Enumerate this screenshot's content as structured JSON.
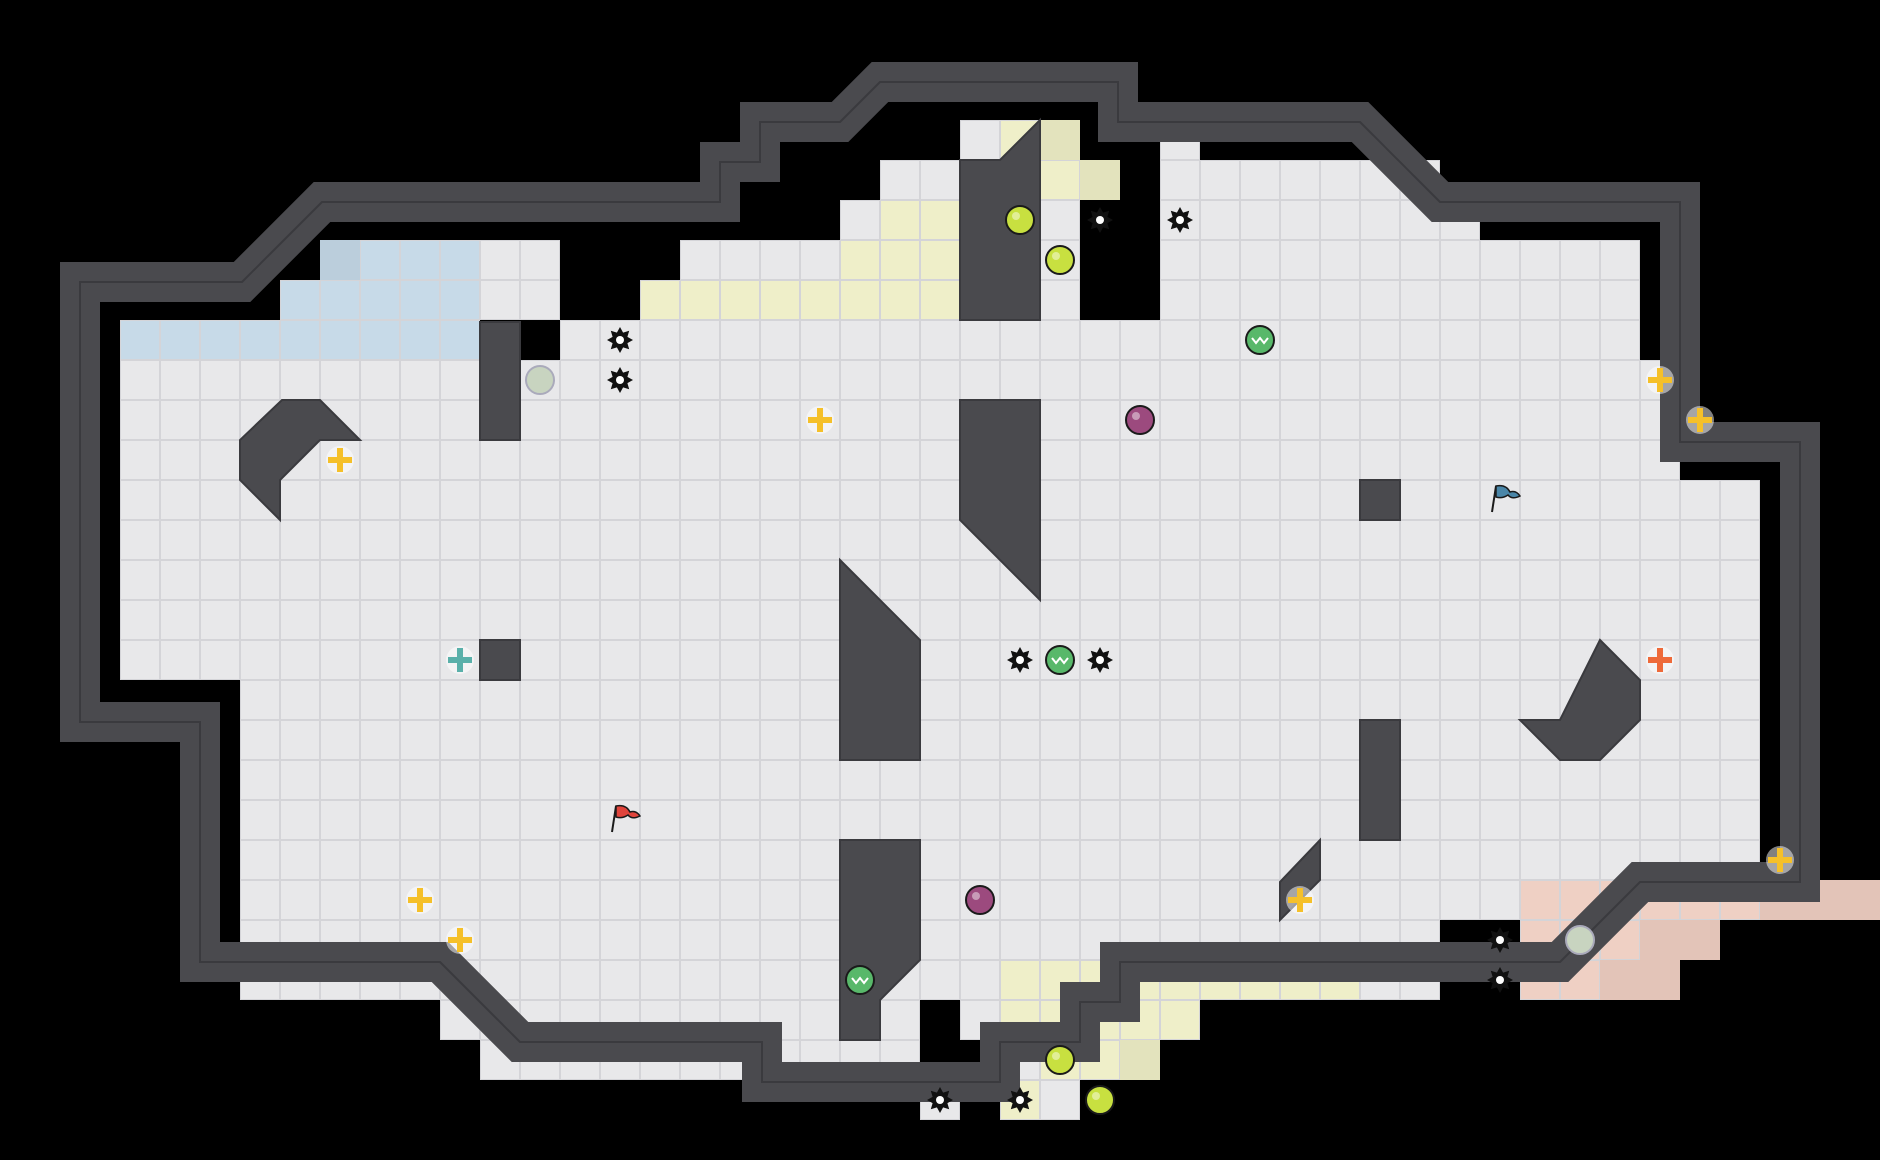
{
  "map": {
    "grid_cols": 47,
    "grid_rows": 29,
    "colors": {
      "background": "#000000",
      "floor": "#e8e8ea",
      "grid_line": "#d4d4d8",
      "wall": "#4a4a4e",
      "wall_outline": "#3a3a3e",
      "blue_zone": "#c5d9e8",
      "red_zone": "#efcfc2",
      "neutral_zone": "#efefc7",
      "bomb": "#9c4a7e",
      "boost": "#c8e040",
      "powerup_jukejuice": "#58b86a",
      "portal": "#c8d4c0",
      "spike": "#111111",
      "red_flag": "#e0443c",
      "blue_flag": "#4a86a8",
      "yellow_flag": "#f5c02a",
      "red_spawn": "#ee6a3a",
      "blue_spawn": "#5ab0aa"
    }
  },
  "entities": {
    "flags": [
      {
        "team": "red",
        "icon": "red-flag-icon",
        "cell": [
          12,
          18
        ]
      },
      {
        "team": "blue",
        "icon": "blue-flag-icon",
        "cell": [
          34,
          10
        ]
      }
    ],
    "team_spawns": [
      {
        "team": "blue",
        "icon": "blue-spawn-icon",
        "cell": [
          8,
          14
        ]
      },
      {
        "team": "red",
        "icon": "red-spawn-icon",
        "cell": [
          38,
          14
        ]
      }
    ],
    "yellow_markers": [
      [
        5,
        9
      ],
      [
        17,
        8
      ],
      [
        7,
        20
      ],
      [
        8,
        21
      ],
      [
        38,
        7
      ],
      [
        39,
        8
      ],
      [
        29,
        20
      ],
      [
        41,
        19
      ]
    ],
    "boosts": [
      [
        22,
        3
      ],
      [
        23,
        4
      ],
      [
        23,
        24
      ],
      [
        24,
        25
      ]
    ],
    "powerups": [
      [
        28,
        6
      ],
      [
        23,
        14
      ],
      [
        18,
        22
      ]
    ],
    "bombs": [
      [
        25,
        8
      ],
      [
        21,
        20
      ]
    ],
    "portals": [
      [
        10,
        7
      ],
      [
        36,
        21
      ]
    ],
    "spikes": [
      [
        24,
        3
      ],
      [
        26,
        3
      ],
      [
        12,
        6
      ],
      [
        12,
        7
      ],
      [
        22,
        14
      ],
      [
        24,
        14
      ],
      [
        34,
        21
      ],
      [
        34,
        22
      ],
      [
        20,
        25
      ],
      [
        22,
        25
      ]
    ]
  }
}
